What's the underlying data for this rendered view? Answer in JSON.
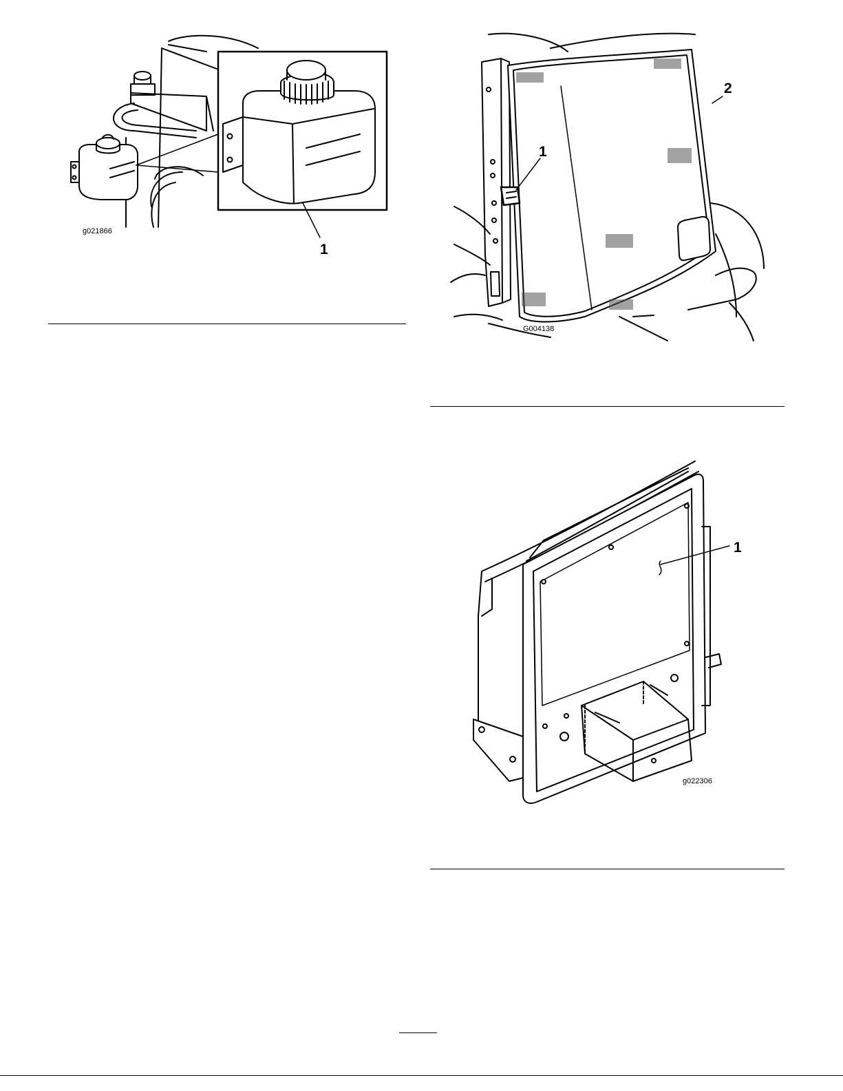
{
  "figures": [
    {
      "id": "g021866",
      "callouts": [
        "1"
      ]
    },
    {
      "id": "G004138",
      "callouts": [
        "1",
        "2"
      ]
    },
    {
      "id": "g022306",
      "callouts": [
        "1"
      ]
    }
  ],
  "colors": {
    "ink": "#000000",
    "paper": "#ffffff",
    "screen": "#555555"
  },
  "icons": [
    "reservoir-illustration",
    "rear-screen-illustration",
    "screen-frame-illustration"
  ]
}
